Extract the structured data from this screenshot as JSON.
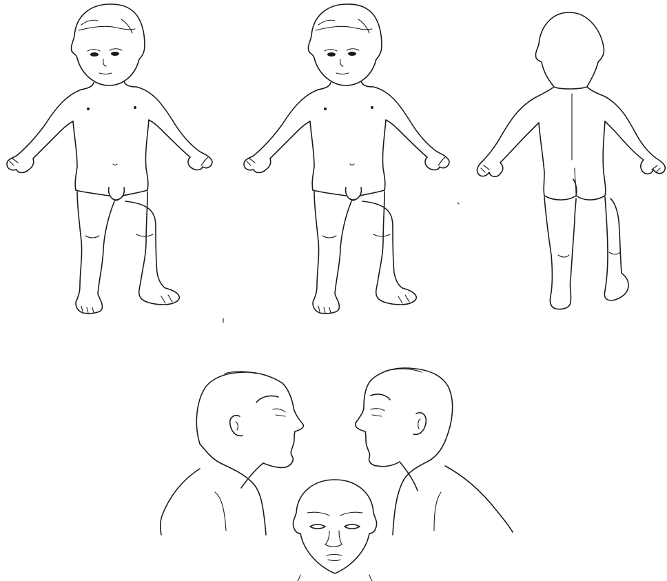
{
  "diagram": {
    "kind": "body-chart-child",
    "line_color": "#1a1a1a",
    "background": "#ffffff",
    "views": [
      {
        "id": "front-a",
        "icon": "child-front-body-icon"
      },
      {
        "id": "front-b",
        "icon": "child-front-body-icon"
      },
      {
        "id": "back",
        "icon": "child-back-body-icon"
      },
      {
        "id": "head-right-profile",
        "icon": "head-profile-right-icon"
      },
      {
        "id": "head-left-profile",
        "icon": "head-profile-left-icon"
      },
      {
        "id": "face-front",
        "icon": "face-front-icon"
      }
    ]
  }
}
